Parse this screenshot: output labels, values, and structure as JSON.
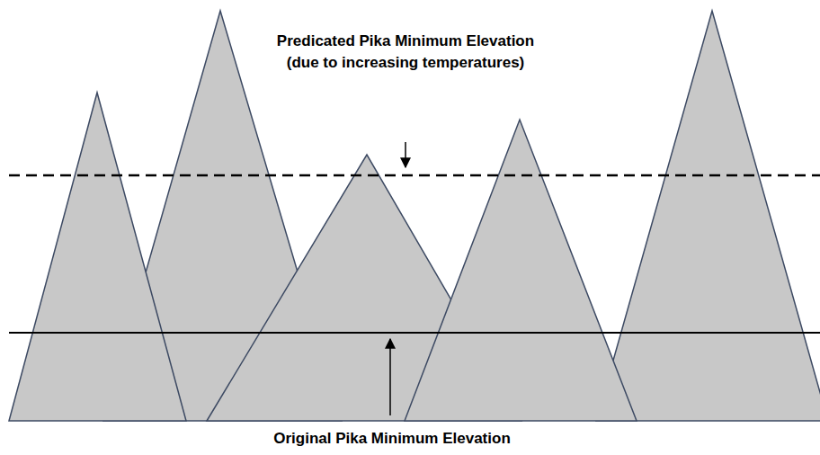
{
  "diagram": {
    "labels": [
      "Predicated Pika Minimum Elevation",
      "(due to increasing temperatures)",
      "Original Pika Minimum Elevation"
    ]
  }
}
